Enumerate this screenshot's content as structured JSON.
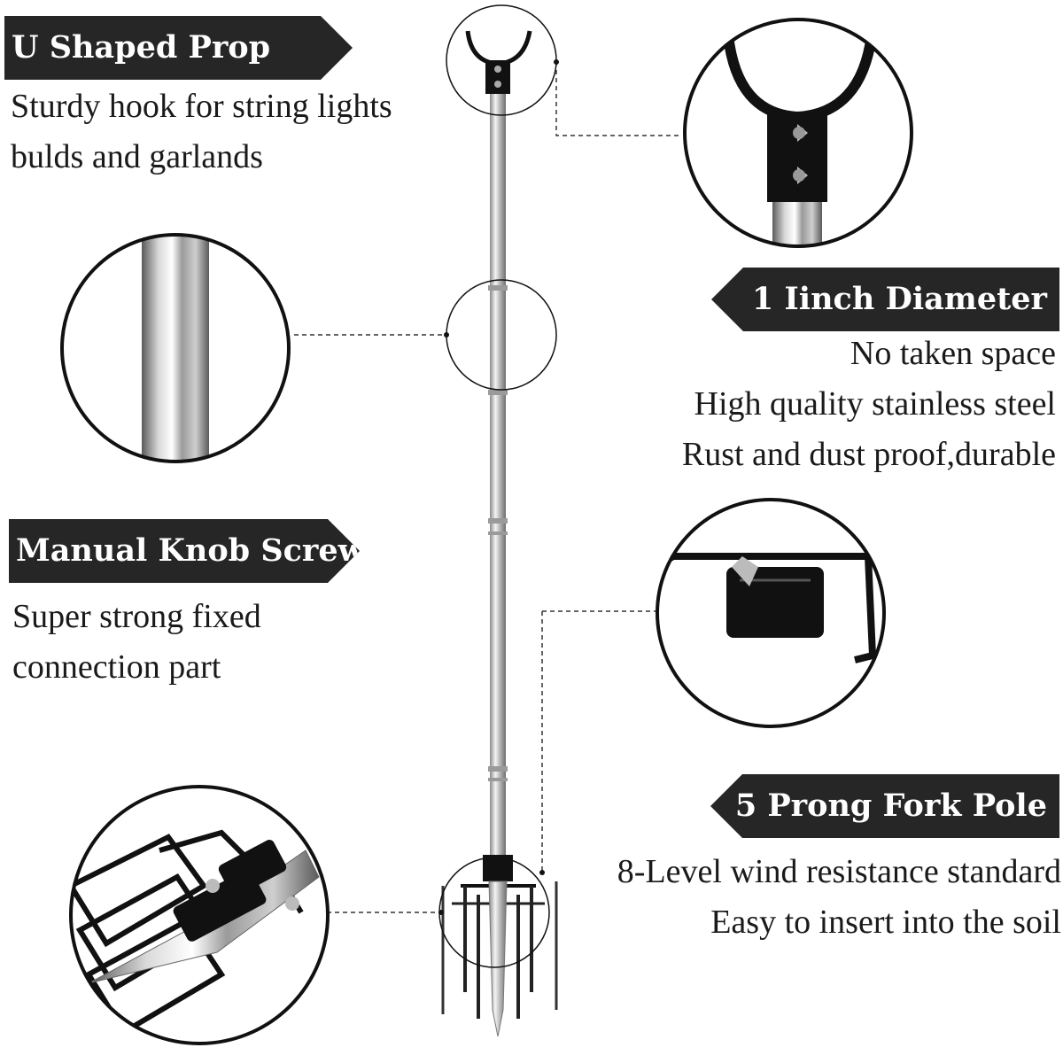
{
  "features": {
    "u_prop": {
      "title": "U Shaped Prop",
      "lines": [
        "Sturdy hook for string lights",
        "bulds and garlands"
      ]
    },
    "diameter": {
      "title": "1 Iinch Diameter",
      "lines": [
        "No taken space",
        "High quality stainless steel",
        "Rust and dust proof,durable"
      ]
    },
    "knob": {
      "title": "Manual Knob Screw",
      "lines": [
        "Super strong fixed",
        "connection part"
      ]
    },
    "fork": {
      "title": "5 Prong Fork Pole",
      "lines": [
        "8-Level wind resistance standard",
        "Easy to insert into the soil"
      ]
    }
  },
  "colors": {
    "tag_bg": "#262626",
    "steel": "#c8c8c8",
    "black_part": "#111111"
  }
}
